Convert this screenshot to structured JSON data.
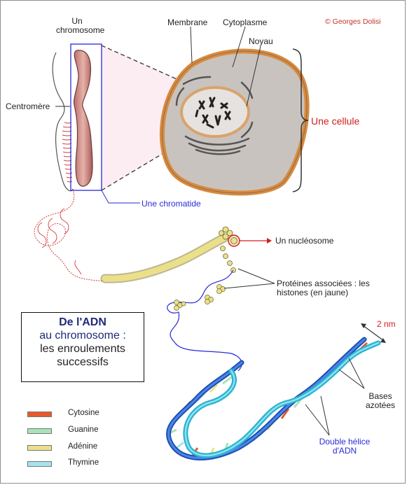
{
  "copyright": "© Georges Dolisi",
  "labels": {
    "chromosome": [
      "Un",
      "chromosome"
    ],
    "membrane": "Membrane",
    "cytoplasme": "Cytoplasme",
    "noyau": "Noyau",
    "centromere": "Centromère",
    "cellule": "Une cellule",
    "chromatide": "Une chromatide",
    "nucleosome": "Un nucléosome",
    "proteines": [
      "Protéines associées : les",
      "histones (en jaune)"
    ],
    "two_nm": "2 nm",
    "bases": [
      "Bases",
      "azotées"
    ],
    "double_helix": [
      "Double hélice",
      "d'ADN"
    ]
  },
  "title": {
    "line1": "De l'ADN",
    "line2": "au chromosome :",
    "line3": "les enroulements",
    "line4": "successifs"
  },
  "legend": [
    {
      "label": "Cytosine",
      "color": "#e8592b"
    },
    {
      "label": "Guanine",
      "color": "#a9e3b9"
    },
    {
      "label": "Adénine",
      "color": "#ebe08a"
    },
    {
      "label": "Thymine",
      "color": "#a6e3ec"
    }
  ],
  "colors": {
    "chromosome_red": "#d43b3b",
    "cell_fill": "#cbc6c2",
    "membrane": "#d98b3e",
    "helix_blue": "#2b6fd6",
    "helix_cyan": "#3cc6e0",
    "accent_red": "#d41c1c",
    "accent_blue": "#2a2ad8"
  }
}
